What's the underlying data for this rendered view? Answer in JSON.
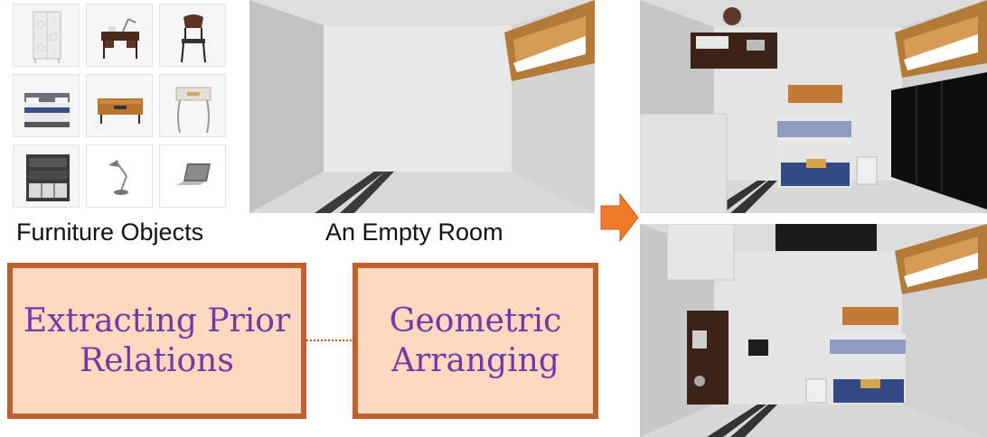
{
  "captions": {
    "furniture": "Furniture Objects",
    "room": "An Empty Room"
  },
  "stages": {
    "extract": "Extracting Prior\nRelations",
    "arrange": "Geometric\nArranging"
  },
  "furniture_items": [
    {
      "name": "wardrobe-icon"
    },
    {
      "name": "desk-with-lamp-icon"
    },
    {
      "name": "chair-icon"
    },
    {
      "name": "bed-icon"
    },
    {
      "name": "wooden-bench-icon"
    },
    {
      "name": "side-table-icon"
    },
    {
      "name": "bookshelf-icon"
    },
    {
      "name": "desk-lamp-icon"
    },
    {
      "name": "laptop-icon"
    }
  ],
  "colors": {
    "panel_fill": "#fdd9c0",
    "panel_border": "#c0602e",
    "stage_text": "#7a35a8",
    "arrow": "#f07a25"
  }
}
